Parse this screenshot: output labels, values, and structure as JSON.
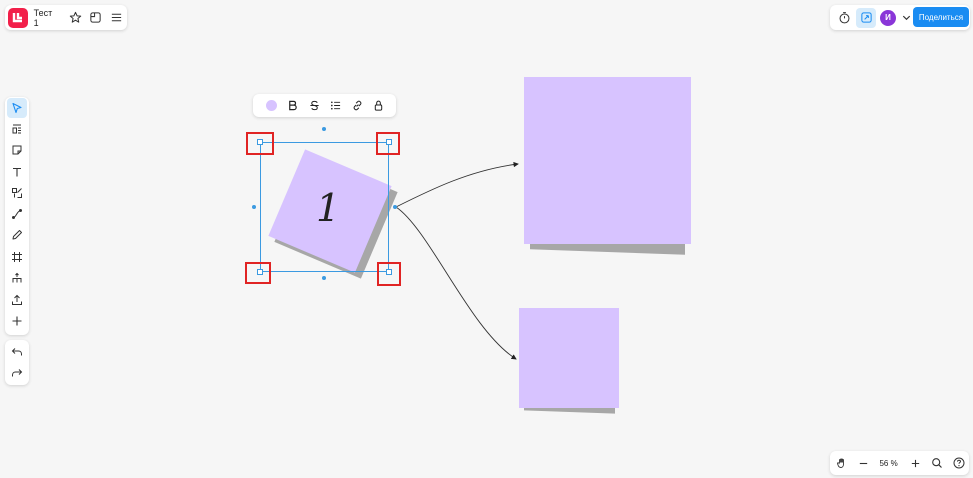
{
  "header": {
    "board_title": "Тест 1",
    "icons": [
      "star-icon",
      "board-icon",
      "menu-icon"
    ]
  },
  "top_right": {
    "icons": [
      "timer-icon",
      "ai-assistant-icon",
      "chevron-down-icon"
    ],
    "avatar_initial": "И",
    "share_label": "Поделиться"
  },
  "left_toolbar": {
    "tools": [
      "select-icon",
      "templates-icon",
      "sticky-note-icon",
      "text-icon",
      "shapes-icon",
      "connector-icon",
      "pen-icon",
      "frame-icon",
      "mindmap-icon",
      "upload-icon",
      "more-icon"
    ],
    "active_tool": "select-icon",
    "history": [
      "undo-icon",
      "redo-icon"
    ]
  },
  "format_toolbar": {
    "color": "#d7c3ff",
    "items": [
      "color-swatch",
      "bold-icon",
      "strikethrough-icon",
      "list-icon",
      "link-icon",
      "lock-icon"
    ]
  },
  "canvas": {
    "selected_sticky_text": "1",
    "sticky_color": "#d7c3ff",
    "selection_color": "#3b9ae1",
    "highlight_color": "#e02424"
  },
  "zoom": {
    "level": "56 %"
  }
}
